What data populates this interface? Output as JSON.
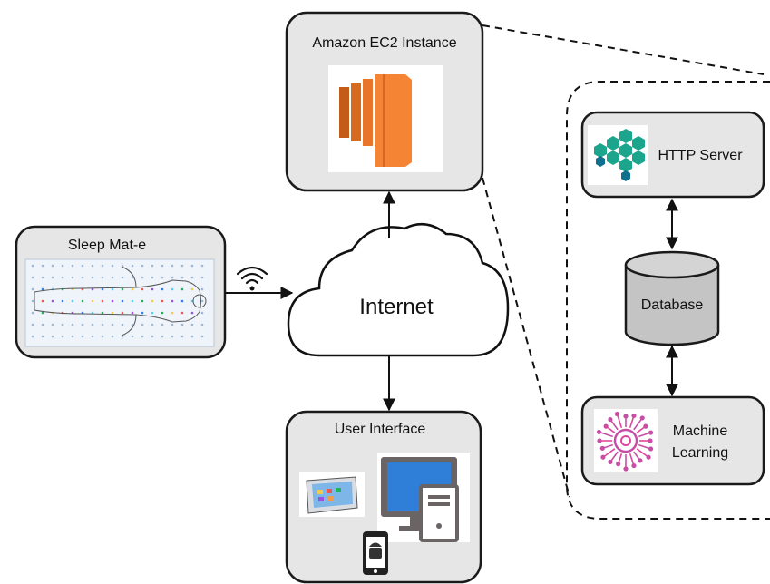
{
  "nodes": {
    "ec2": {
      "label": "Amazon EC2 Instance"
    },
    "sleep_mat": {
      "label": "Sleep Mat-e"
    },
    "internet": {
      "label": "Internet"
    },
    "user_interface": {
      "label": "User Interface"
    },
    "http_server": {
      "label": "HTTP Server"
    },
    "database": {
      "label": "Database"
    },
    "machine_learning": {
      "label_line1": "Machine",
      "label_line2": "Learning"
    }
  },
  "colors": {
    "box_fill": "#e6e6e6",
    "box_stroke": "#1a1a1a",
    "ec2_orange": "#f58534",
    "ec2_orange_dark": "#c35c16",
    "http_teal": "#1aa58c",
    "ml_magenta": "#c64fa6",
    "screen_blue": "#2f7fd8"
  },
  "icons": [
    "ec2-logo-icon",
    "sleep-mat-icon",
    "wifi-icon",
    "http-server-icon",
    "machine-learning-icon",
    "tablet-icon",
    "desktop-icon",
    "android-phone-icon"
  ]
}
